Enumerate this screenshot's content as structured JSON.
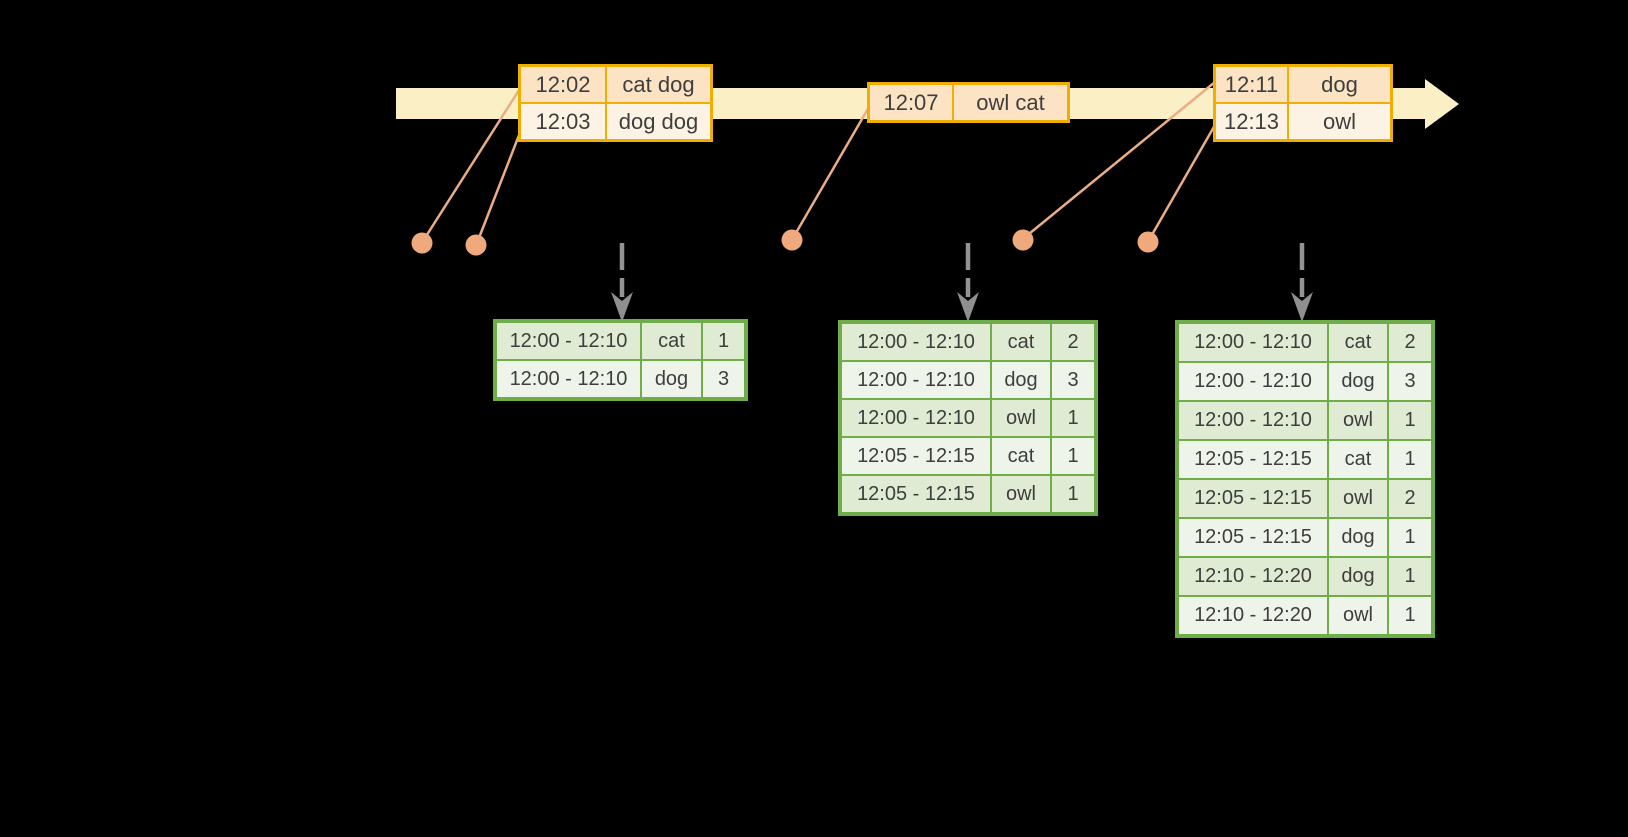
{
  "colors": {
    "background": "#000000",
    "timeline_fill": "#FBEFC6",
    "event_table_border": "#F0AE00",
    "event_row_dark": "#FBE3C4",
    "event_row_light": "#FDF3E4",
    "connector_line": "#EBAD85",
    "event_marker_dot": "#EFA97C",
    "trigger_arrow": "#8F8F8F",
    "result_table_border": "#6FAD49",
    "result_row_dark": "#DFEBD2",
    "result_row_light": "#EFF4EB",
    "text": "#3E3E3E"
  },
  "icons": {
    "timeline_arrowhead": "right-arrow-icon",
    "event_marker": "dot-icon",
    "trigger": "dashed-down-arrow-icon"
  },
  "event_tables": [
    {
      "rows": [
        {
          "time": "12:02",
          "words": "cat dog"
        },
        {
          "time": "12:03",
          "words": "dog dog"
        }
      ]
    },
    {
      "rows": [
        {
          "time": "12:07",
          "words": "owl cat"
        }
      ]
    },
    {
      "rows": [
        {
          "time": "12:11",
          "words": "dog"
        },
        {
          "time": "12:13",
          "words": "owl"
        }
      ]
    }
  ],
  "result_tables": [
    {
      "rows": [
        {
          "window": "12:00 - 12:10",
          "word": "cat",
          "count": "1"
        },
        {
          "window": "12:00 - 12:10",
          "word": "dog",
          "count": "3"
        }
      ]
    },
    {
      "rows": [
        {
          "window": "12:00 - 12:10",
          "word": "cat",
          "count": "2"
        },
        {
          "window": "12:00 - 12:10",
          "word": "dog",
          "count": "3"
        },
        {
          "window": "12:00 - 12:10",
          "word": "owl",
          "count": "1"
        },
        {
          "window": "12:05 - 12:15",
          "word": "cat",
          "count": "1"
        },
        {
          "window": "12:05 - 12:15",
          "word": "owl",
          "count": "1"
        }
      ]
    },
    {
      "rows": [
        {
          "window": "12:00 - 12:10",
          "word": "cat",
          "count": "2"
        },
        {
          "window": "12:00 - 12:10",
          "word": "dog",
          "count": "3"
        },
        {
          "window": "12:00 - 12:10",
          "word": "owl",
          "count": "1"
        },
        {
          "window": "12:05 - 12:15",
          "word": "cat",
          "count": "1"
        },
        {
          "window": "12:05 - 12:15",
          "word": "owl",
          "count": "2"
        },
        {
          "window": "12:05 - 12:15",
          "word": "dog",
          "count": "1"
        },
        {
          "window": "12:10 - 12:20",
          "word": "dog",
          "count": "1"
        },
        {
          "window": "12:10 - 12:20",
          "word": "owl",
          "count": "1"
        }
      ]
    }
  ]
}
